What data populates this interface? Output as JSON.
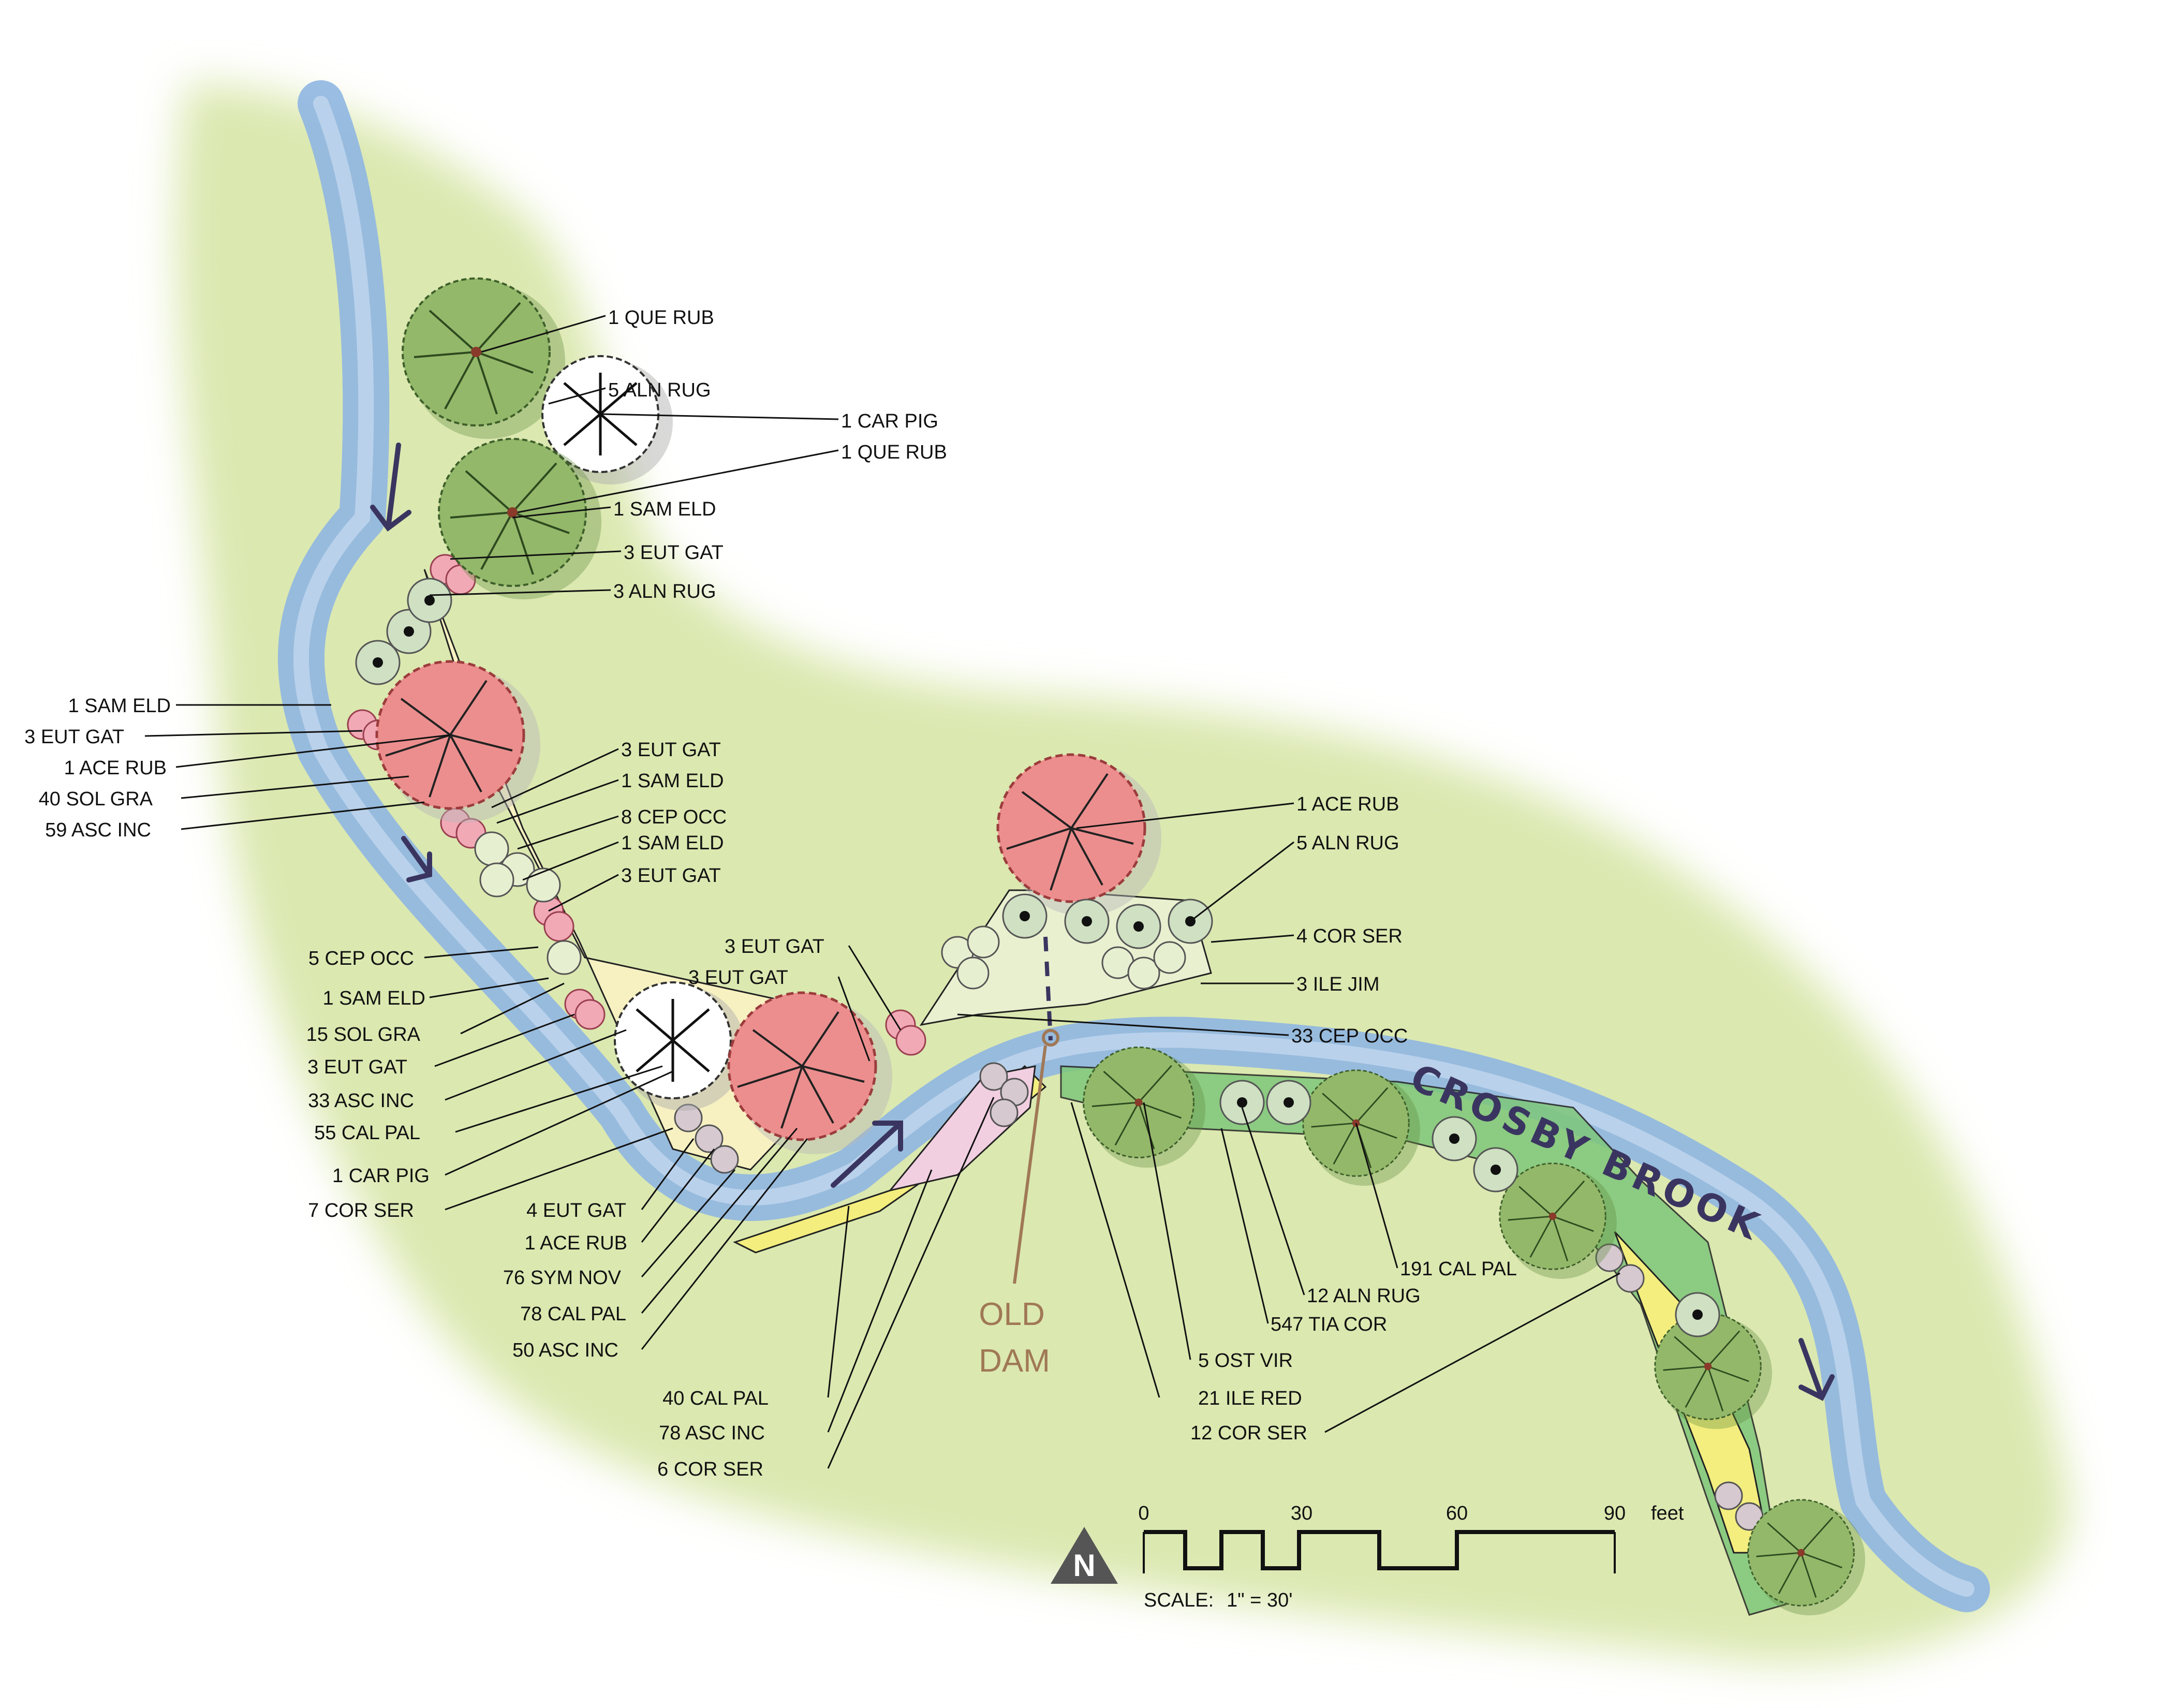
{
  "colors": {
    "water": "#8fb6e2",
    "water_edge": "#6f9bd3",
    "grass": "#dbe8b0",
    "grass_light": "#edf3d4",
    "tree_green": "#93b86a",
    "tree_green_dark": "#5f8a3c",
    "tree_red": "#ec8e8e",
    "tree_red_dark": "#c85a5a",
    "shrub_pink": "#f2a9b6",
    "bed_yellow": "#f3ee7e",
    "bed_pink": "#f1cfe0",
    "bed_green": "#7fc77a",
    "shrub_grey": "#d6c9cf",
    "dam_color": "#a07856",
    "hand_text": "#3a3560"
  },
  "labels": {
    "n1": "1 QUE RUB",
    "n2": "5 ALN RUG",
    "n3": "1 CAR PIG",
    "n4": "1 QUE RUB",
    "n5": "1 SAM ELD",
    "n6": "3 EUT GAT",
    "n7": "3 ALN RUG",
    "w1": "1 SAM ELD",
    "w2": "3 EUT GAT",
    "w3": "1 ACE RUB",
    "w4": "40 SOL GRA",
    "w5": "59 ASC INC",
    "m1": "3 EUT GAT",
    "m2": "1 SAM ELD",
    "m3": "8 CEP OCC",
    "m4": "1 SAM ELD",
    "m5": "3 EUT GAT",
    "l1": "5 CEP OCC",
    "l2": "1 SAM ELD",
    "l3": "15 SOL GRA",
    "l4": "3 EUT GAT",
    "l5": "33 ASC INC",
    "l6": "55 CAL PAL",
    "l7": "1 CAR PIG",
    "l8": "7 COR SER",
    "c1": "3 EUT GAT",
    "c2": "3 EUT GAT",
    "b1": "4 EUT GAT",
    "b2": "1 ACE RUB",
    "b3": "76 SYM NOV",
    "b4": "78 CAL PAL",
    "b5": "50 ASC INC",
    "b6": "40 CAL PAL",
    "b7": "78 ASC INC",
    "b8": "6 COR SER",
    "e1": "1 ACE RUB",
    "e2": "5 ALN RUG",
    "e3": "4 COR SER",
    "e4": "3 ILE JIM",
    "e5": "33 CEP OCC",
    "s1": "191 CAL PAL",
    "s2": "12 ALN RUG",
    "s3": "547 TIA COR",
    "s4": "5 OST VIR",
    "s5": "21 ILE RED",
    "s6": "12 COR SER"
  },
  "old_dam": {
    "line1": "OLD",
    "line2": "DAM"
  },
  "brook_name": "CROSBY BROOK",
  "scale": {
    "ticks": [
      "0",
      "30",
      "60",
      "90"
    ],
    "unit": "feet",
    "label": "SCALE:",
    "ratio": "1\" = 30'"
  },
  "north": "N"
}
